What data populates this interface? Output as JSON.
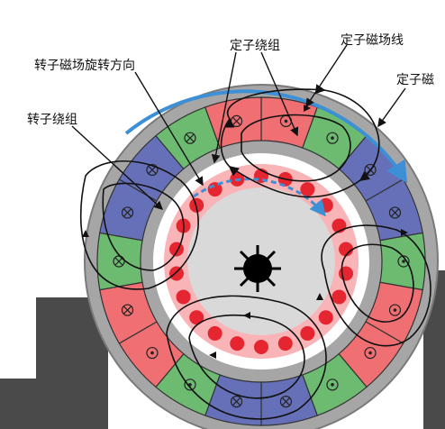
{
  "labels": {
    "stator_winding": "定子绕组",
    "stator_field_lines": "定子磁场线",
    "stator_magnet": "定子磁",
    "rotor_field_direction": "转子磁场旋转方向",
    "rotor_winding": "转子绕组"
  },
  "stator_segments": {
    "colors": [
      "red",
      "green",
      "blue",
      "blue",
      "green",
      "red",
      "red",
      "green",
      "blue",
      "blue",
      "green",
      "red",
      "red",
      "green",
      "blue",
      "blue",
      "green",
      "red"
    ],
    "symbols": [
      "dot",
      "dot",
      "cross",
      "cross",
      "dot",
      "dot",
      "dot",
      "dot",
      "cross",
      "cross",
      "dot",
      "dot",
      "cross",
      "cross",
      "cross",
      "cross",
      "cross",
      "cross"
    ]
  },
  "rotor_conductor_count": 22,
  "colors": {
    "red_pole": "#ef6f73",
    "green_pole": "#6dbb70",
    "blue_pole": "#6670b9",
    "arrow_blue": "#3d8fd6",
    "rotor_conductor": "#e52630",
    "rotor_band": "#f8b4b6",
    "housing": "#a6a6a6",
    "base": "#4a4a4a",
    "shaft": "#000000"
  }
}
